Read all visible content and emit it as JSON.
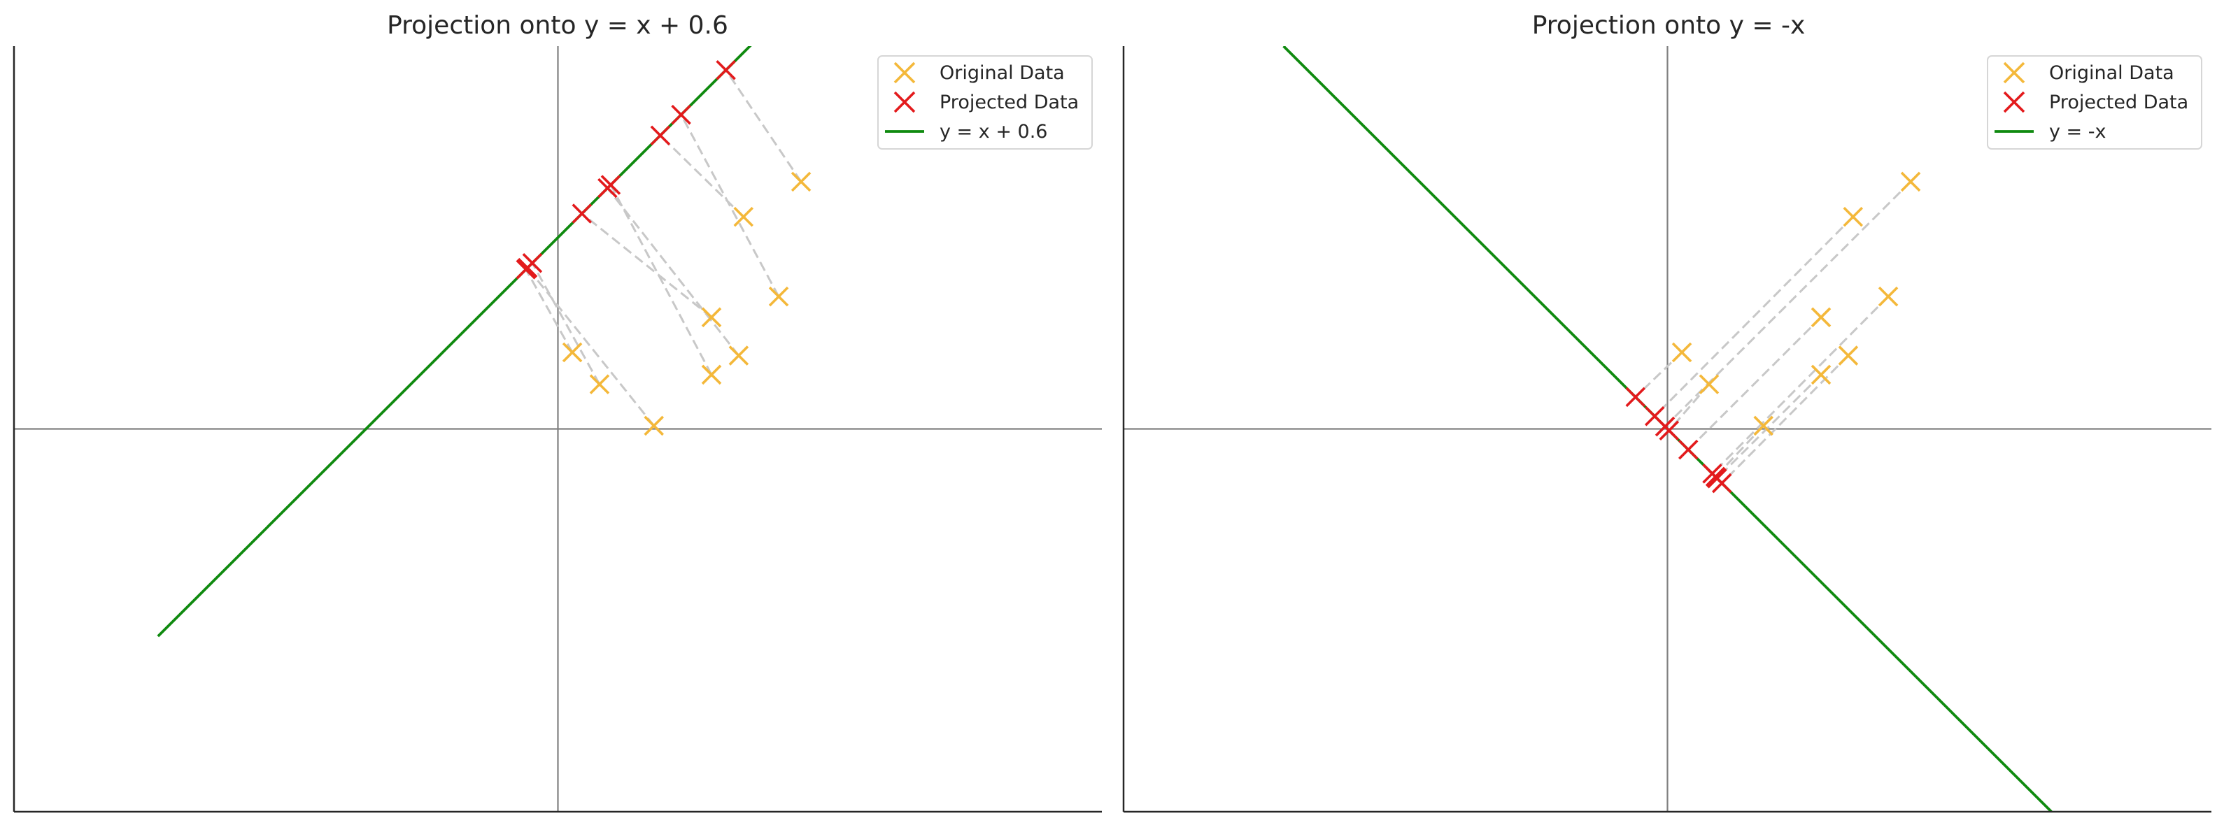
{
  "chart_data": [
    {
      "type": "scatter",
      "title": "Projection onto y = x + 0.6",
      "line": {
        "slope": 1,
        "intercept": 0.6,
        "label": "y = x + 0.6",
        "x_range": [
          -1.25,
          0.75
        ]
      },
      "xlim": [
        -1.7,
        1.7
      ],
      "ylim": [
        -1.2,
        1.2
      ],
      "grid": false,
      "legend_position": "top-right",
      "series": [
        {
          "name": "Original Data",
          "marker": "x",
          "color": "#f4b83a",
          "points": [
            [
              0.045,
              0.24
            ],
            [
              0.13,
              0.14
            ],
            [
              0.3,
              0.01
            ],
            [
              0.48,
              0.35
            ],
            [
              0.48,
              0.17
            ],
            [
              0.565,
              0.23
            ],
            [
              0.58,
              0.665
            ],
            [
              0.69,
              0.415
            ],
            [
              0.76,
              0.775
            ]
          ]
        },
        {
          "name": "Projected Data",
          "marker": "x",
          "color": "#e31a1c",
          "points": [
            [
              -0.1,
              0.5
            ],
            [
              -0.08,
              0.52
            ],
            [
              -0.095,
              0.505
            ],
            [
              0.075,
              0.675
            ],
            [
              0.165,
              0.765
            ],
            [
              0.155,
              0.755
            ],
            [
              0.32,
              0.92
            ],
            [
              0.385,
              0.985
            ],
            [
              0.525,
              1.125
            ]
          ]
        }
      ]
    },
    {
      "type": "scatter",
      "title": "Projection onto y = -x",
      "line": {
        "slope": -1,
        "intercept": 0,
        "label": "y = -x",
        "x_range": [
          -1.2,
          1.2
        ]
      },
      "xlim": [
        -1.7,
        1.7
      ],
      "ylim": [
        -1.2,
        1.2
      ],
      "grid": false,
      "legend_position": "top-right",
      "series": [
        {
          "name": "Original Data",
          "marker": "x",
          "color": "#f4b83a",
          "points": [
            [
              0.045,
              0.24
            ],
            [
              0.13,
              0.14
            ],
            [
              0.3,
              0.01
            ],
            [
              0.48,
              0.35
            ],
            [
              0.48,
              0.17
            ],
            [
              0.565,
              0.23
            ],
            [
              0.58,
              0.665
            ],
            [
              0.69,
              0.415
            ],
            [
              0.76,
              0.775
            ]
          ]
        },
        {
          "name": "Projected Data",
          "marker": "x",
          "color": "#e31a1c",
          "points": [
            [
              -0.1,
              0.1
            ],
            [
              0.005,
              -0.005
            ],
            [
              0.15,
              -0.15
            ],
            [
              0.065,
              -0.065
            ],
            [
              0.155,
              -0.155
            ],
            [
              0.17,
              -0.17
            ],
            [
              -0.04,
              0.04
            ],
            [
              0.14,
              -0.14
            ],
            [
              -0.0075,
              0.0075
            ]
          ]
        }
      ]
    }
  ],
  "colors": {
    "original": "#f4b83a",
    "projected": "#e31a1c",
    "line": "#0f8a0f",
    "connector": "#c8c8c8",
    "axis": "#808080",
    "spine": "#262626"
  }
}
